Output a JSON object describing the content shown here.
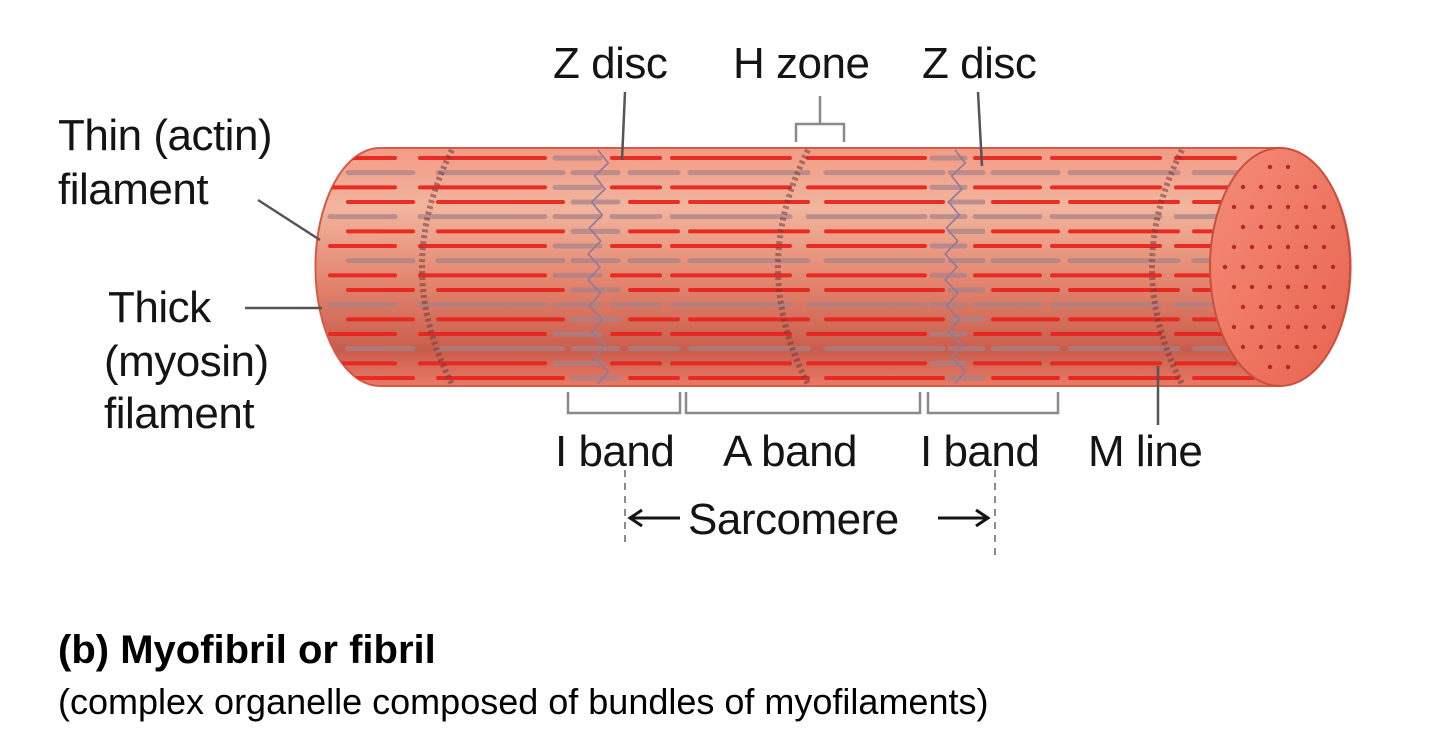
{
  "labels": {
    "thin_filament_line1": "Thin (actin)",
    "thin_filament_line2": "filament",
    "thick_filament_line1": "Thick",
    "thick_filament_line2": "(myosin)",
    "thick_filament_line3": "filament",
    "z_disc_left": "Z disc",
    "h_zone": "H zone",
    "z_disc_right": "Z disc",
    "i_band_left": "I band",
    "a_band": "A band",
    "i_band_right": "I band",
    "m_line": "M line",
    "sarcomere": "Sarcomere"
  },
  "caption": {
    "title": "(b) Myofibril or fibril",
    "subtitle": "(complex organelle composed of bundles of myofilaments)"
  },
  "colors": {
    "thin_filament": "#e8261e",
    "thick_filament": "#a7828a",
    "cylinder_body": "#e8826e",
    "cylinder_end": "#f07a68",
    "label_text": "#141414"
  },
  "icons": {
    "sarcomere_arrow_left": "left-arrow-icon",
    "sarcomere_arrow_right": "right-arrow-icon"
  }
}
